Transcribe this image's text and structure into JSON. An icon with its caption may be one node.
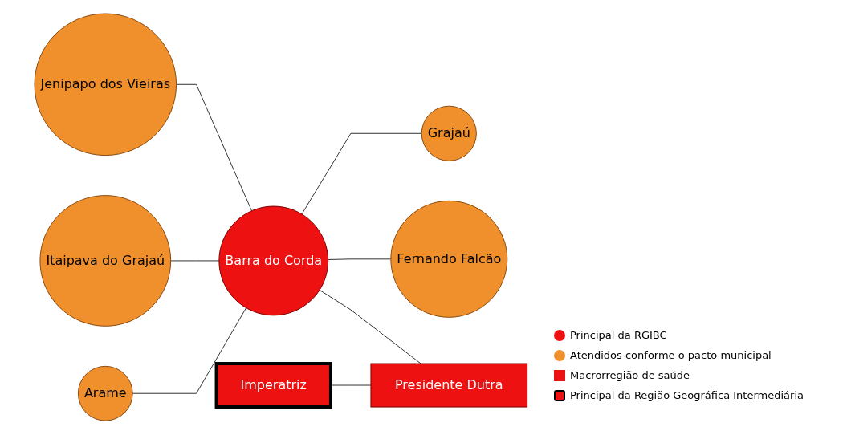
{
  "diagram": {
    "nodes": [
      {
        "text": [
          "Itaipava do Grajaú"
        ]
      },
      {
        "text": [
          "Jenipapo dos Vieiras"
        ]
      },
      {
        "text": [
          "Presidente Dutra"
        ]
      },
      {
        "text": [
          "Arame"
        ]
      },
      {
        "text": [
          "Barra do Corda"
        ]
      },
      {
        "text": [
          "Imperatriz"
        ]
      },
      {
        "text": [
          "Fernando Falcão"
        ]
      },
      {
        "text": [
          "Grajaú"
        ]
      }
    ],
    "edges": [
      {
        "from": 3,
        "to": 4,
        "arrow": "none"
      },
      {
        "from": 0,
        "to": 4,
        "arrow": "none"
      },
      {
        "from": 1,
        "to": 4,
        "arrow": "none"
      },
      {
        "from": 4,
        "to": 2,
        "arrow": "none"
      },
      {
        "from": 5,
        "to": 2,
        "arrow": "none"
      },
      {
        "from": 4,
        "to": 6,
        "arrow": "none"
      },
      {
        "from": 4,
        "to": 7,
        "arrow": "none"
      }
    ],
    "legend": [
      {
        "text": "Principal da RGIBC",
        "color": "#ee1111"
      },
      {
        "text": "Atendidos conforme o pacto municipal",
        "color": "#f0902c"
      },
      {
        "text": "Macrorregião de saúde",
        "color": "#ee1111"
      },
      {
        "text": "Principal da Região Geográfica Intermediária",
        "color": "#ee1111"
      }
    ]
  }
}
